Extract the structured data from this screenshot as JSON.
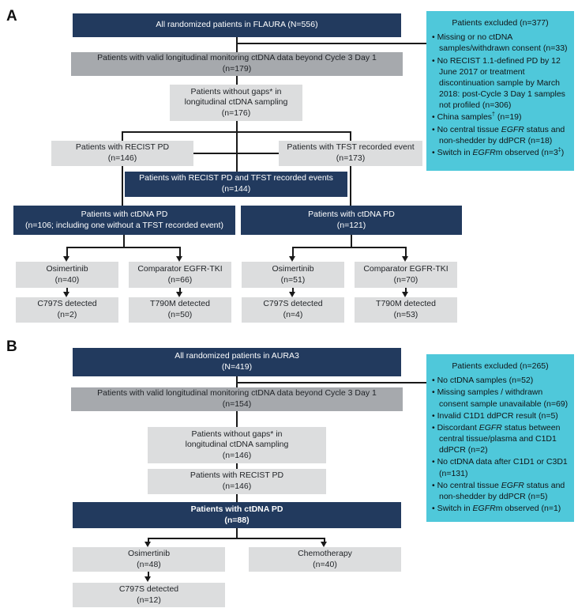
{
  "colors": {
    "navy": "#223a5e",
    "gray_medium": "#a6a9ad",
    "gray_light": "#dcddde",
    "cyan": "#4fc8da",
    "line": "#1a1a1a"
  },
  "panel_a": {
    "label": "A",
    "boxes": {
      "randomized": "All randomized patients in FLAURA (N=556)",
      "valid": "Patients with valid longitudinal monitoring ctDNA data beyond Cycle 3 Day 1\n(n=179)",
      "gaps": "Patients without gaps* in\nlongitudinal ctDNA sampling\n(n=176)",
      "recist": "Patients with RECIST PD\n(n=146)",
      "tfst": "Patients with TFST recorded event\n(n=173)",
      "recist_tfst": "Patients with RECIST PD and TFST recorded events\n(n=144)",
      "ctdna_left": "Patients with ctDNA PD\n(n=106; including one without a TFST recorded event)",
      "ctdna_right": "Patients with ctDNA PD\n(n=121)",
      "osimertinib_left": "Osimertinib\n(n=40)",
      "comparator_left": "Comparator EGFR-TKI\n(n=66)",
      "osimertinib_right": "Osimertinib\n(n=51)",
      "comparator_right": "Comparator EGFR-TKI\n(n=70)",
      "c797s_left": "C797S detected\n(n=2)",
      "t790m_left": "T790M detected\n(n=50)",
      "c797s_right": "C797S detected\n(n=4)",
      "t790m_right": "T790M detected\n(n=53)"
    },
    "excluded": {
      "title": "Patients excluded (n=377)",
      "bullets": [
        [
          {
            "t": "Missing or no ctDNA samples/withdrawn consent (n=33)"
          }
        ],
        [
          {
            "t": "No RECIST 1.1-defined PD by 12 June 2017 or treatment discontinuation sample by March 2018: post-Cycle 3 Day 1 samples not profiled (n=306)"
          }
        ],
        [
          {
            "t": "China samples"
          },
          {
            "t": "†",
            "sup": true
          },
          {
            "t": " (n=19)"
          }
        ],
        [
          {
            "t": "No central tissue "
          },
          {
            "t": "EGFR",
            "i": true
          },
          {
            "t": " status and non-shedder by ddPCR (n=18)"
          }
        ],
        [
          {
            "t": "Switch in "
          },
          {
            "t": "EGFR",
            "i": true
          },
          {
            "t": "m observed (n=3"
          },
          {
            "t": "‡",
            "sup": true
          },
          {
            "t": ")"
          }
        ]
      ]
    }
  },
  "panel_b": {
    "label": "B",
    "boxes": {
      "randomized": "All randomized patients in AURA3\n(N=419)",
      "valid": "Patients with valid longitudinal monitoring ctDNA data beyond Cycle 3 Day 1\n(n=154)",
      "gaps": "Patients without gaps* in\nlongitudinal ctDNA sampling\n(n=146)",
      "recist": "Patients with RECIST PD\n(n=146)",
      "ctdna": "Patients with ctDNA PD\n(n=88)",
      "osimertinib": "Osimertinib\n(n=48)",
      "chemotherapy": "Chemotherapy\n(n=40)",
      "c797s": "C797S detected\n(n=12)"
    },
    "excluded": {
      "title": "Patients excluded (n=265)",
      "bullets": [
        [
          {
            "t": "No ctDNA samples (n=52)"
          }
        ],
        [
          {
            "t": "Missing samples / withdrawn consent sample unavailable (n=69)"
          }
        ],
        [
          {
            "t": "Invalid C1D1 ddPCR result (n=5)"
          }
        ],
        [
          {
            "t": "Discordant "
          },
          {
            "t": "EGFR",
            "i": true
          },
          {
            "t": " status between central tissue/plasma and C1D1 ddPCR (n=2)"
          }
        ],
        [
          {
            "t": "No ctDNA data after C1D1 or C3D1 (n=131)"
          }
        ],
        [
          {
            "t": "No central tissue "
          },
          {
            "t": "EGFR",
            "i": true
          },
          {
            "t": " status and non-shedder by ddPCR (n=5)"
          }
        ],
        [
          {
            "t": "Switch in "
          },
          {
            "t": "EGFR",
            "i": true
          },
          {
            "t": "m observed (n=1)"
          }
        ]
      ]
    }
  }
}
